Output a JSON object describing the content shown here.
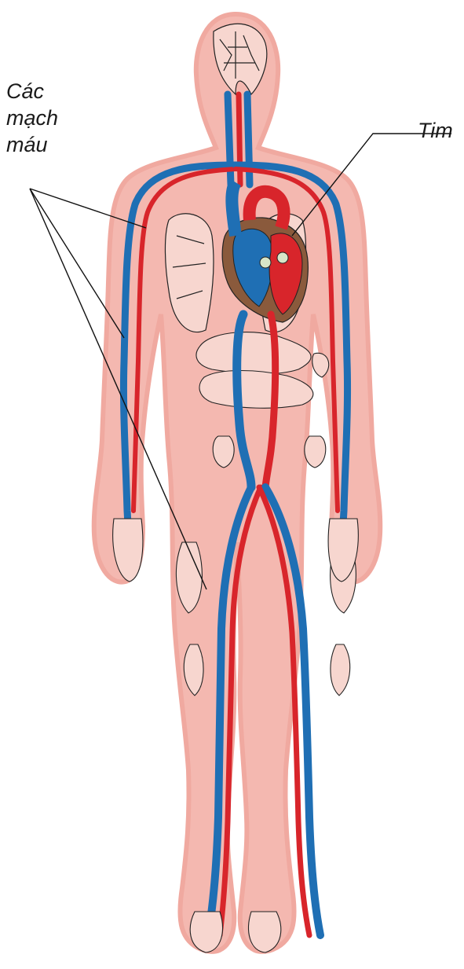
{
  "labels": {
    "vessels_line1": "Các",
    "vessels_line2": "mạch",
    "vessels_line3": "máu",
    "heart": "Tim"
  },
  "colors": {
    "body_fill": "#f4b8b0",
    "body_edge": "#e99c94",
    "artery": "#d8252b",
    "vein": "#1f6fb4",
    "outline": "#222222",
    "capillary_fill": "#f7d6cf",
    "heart_brown": "#8a5a3c",
    "leader_line": "#111111"
  },
  "icons": {
    "figure": "human-circulatory-system-icon"
  }
}
